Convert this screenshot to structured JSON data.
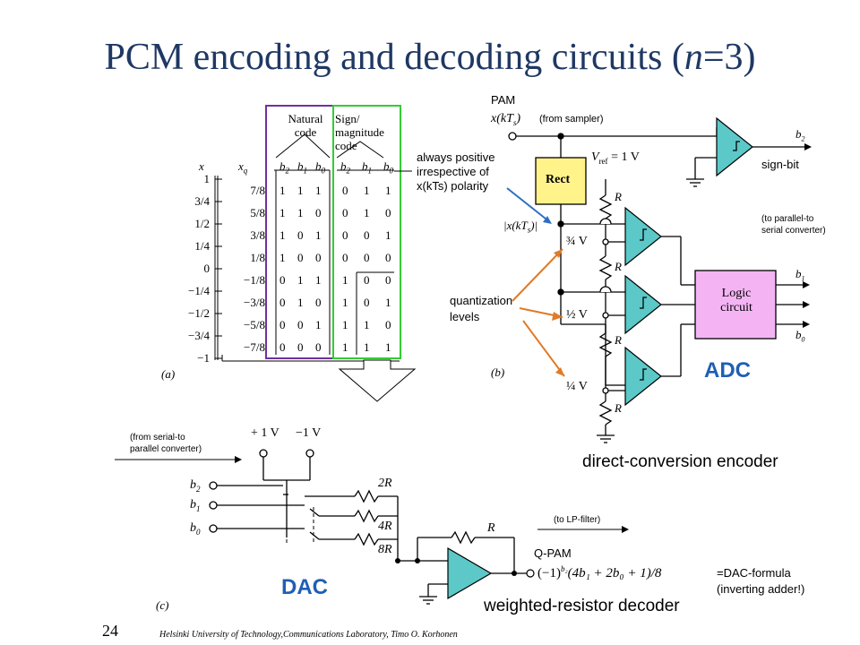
{
  "title": {
    "main": "PCM encoding and decoding circuits (",
    "var": "n",
    "rest": "=3)"
  },
  "table": {
    "header_natural": [
      "Natural",
      "code"
    ],
    "header_sign": [
      "Sign/",
      "magnitude",
      "code"
    ],
    "col_x": "x",
    "col_xq": "x",
    "col_xq_sub": "q",
    "bit_labels": [
      "b",
      "b",
      "b",
      "b",
      "b",
      "b"
    ],
    "bit_subs": [
      "2",
      "1",
      "0",
      "2",
      "1",
      "0"
    ],
    "x_values": [
      "1",
      "3/4",
      "1/2",
      "1/4",
      "0",
      "−1/4",
      "−1/2",
      "−3/4",
      "−1"
    ],
    "xq_values": [
      "7/8",
      "5/8",
      "3/8",
      "1/8",
      "−1/8",
      "−3/8",
      "−5/8",
      "−7/8"
    ],
    "natural_bits": [
      [
        "1",
        "1",
        "1"
      ],
      [
        "1",
        "1",
        "0"
      ],
      [
        "1",
        "0",
        "1"
      ],
      [
        "1",
        "0",
        "0"
      ],
      [
        "0",
        "1",
        "1"
      ],
      [
        "0",
        "1",
        "0"
      ],
      [
        "0",
        "0",
        "1"
      ],
      [
        "0",
        "0",
        "0"
      ]
    ],
    "sign_bits": [
      [
        "0",
        "1",
        "1"
      ],
      [
        "0",
        "1",
        "0"
      ],
      [
        "0",
        "0",
        "1"
      ],
      [
        "0",
        "0",
        "0"
      ],
      [
        "1",
        "0",
        "0"
      ],
      [
        "1",
        "0",
        "1"
      ],
      [
        "1",
        "1",
        "0"
      ],
      [
        "1",
        "1",
        "1"
      ]
    ],
    "fig_label": "(a)"
  },
  "annotations": {
    "always_positive": [
      "always positive",
      "irrespective of",
      "x(kTs) polarity"
    ],
    "pam": "PAM",
    "from_sampler": "(from sampler)",
    "sign_bit": "sign-bit",
    "to_parallel": [
      "(to parallel-to",
      "serial converter)"
    ],
    "quantization": [
      "quantization",
      "levels"
    ],
    "adc": "ADC",
    "direct_conversion": "direct-conversion encoder",
    "from_serial": [
      "(from serial-to",
      "parallel converter)"
    ],
    "to_lp": "(to LP-filter)",
    "q_pam": "Q-PAM",
    "dac_formula": [
      "=DAC-formula",
      "(inverting adder!)"
    ],
    "dac": "DAC",
    "weighted": "weighted-resistor decoder"
  },
  "circuit_b": {
    "input": "x(kT",
    "input_sub": "s",
    "vref": "V",
    "vref_sub": "ref",
    "vref_val": " = 1 V",
    "rect": "Rect",
    "abs_input": "|x(kT",
    "abs_sub": "s",
    "levels": [
      "¾ V",
      "½ V",
      "¼ V"
    ],
    "r_label": "R",
    "logic": [
      "Logic",
      "circuit"
    ],
    "outputs": [
      "b",
      "b",
      "b"
    ],
    "output_subs": [
      "2",
      "1",
      "0"
    ],
    "fig_label": "(b)"
  },
  "circuit_c": {
    "plus_v": "+ 1 V",
    "minus_v": "−1 V",
    "inputs": [
      "b",
      "b",
      "b"
    ],
    "input_subs": [
      "2",
      "1",
      "0"
    ],
    "resistors": [
      "2R",
      "4R",
      "8R"
    ],
    "feedback": "R",
    "formula": "(−1)",
    "formula_sup": "b₂",
    "formula_rest": "(4b₁ + 2b₀ + 1)/8",
    "fig_label": "(c)"
  },
  "footer": {
    "page": "24",
    "credit": "Helsinki University of Technology,Communications Laboratory, Timo O. Korhonen"
  },
  "colors": {
    "title": "#1f3864",
    "adc_dac": "#1f5fb4",
    "cyan": "#5cc8c8",
    "rect": "#fff38a",
    "logic": "#f4b4f4",
    "purple": "#7030a0",
    "green": "#33cc33",
    "orange": "#e07b28",
    "blue_arrow": "#2e6fc4"
  }
}
